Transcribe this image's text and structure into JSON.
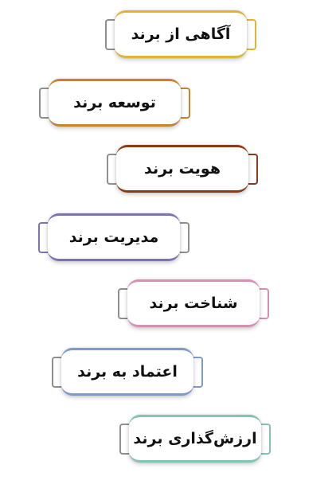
{
  "items": [
    {
      "label": "آگاهی از برند",
      "accent": "#E2B434",
      "side": "right"
    },
    {
      "label": "توسعه برند",
      "accent": "#C8832B",
      "side": "right"
    },
    {
      "label": "هویت برند",
      "accent": "#8A3A17",
      "side": "right"
    },
    {
      "label": "مدیریت برند",
      "accent": "#7D72B2",
      "side": "left"
    },
    {
      "label": "شناخت برند",
      "accent": "#D88FB4",
      "side": "right"
    },
    {
      "label": "اعتماد به برند",
      "accent": "#7E9ACB",
      "side": "right"
    },
    {
      "label": "ارزش‌گذاری برند",
      "accent": "#84C2B6",
      "side": "right"
    }
  ]
}
